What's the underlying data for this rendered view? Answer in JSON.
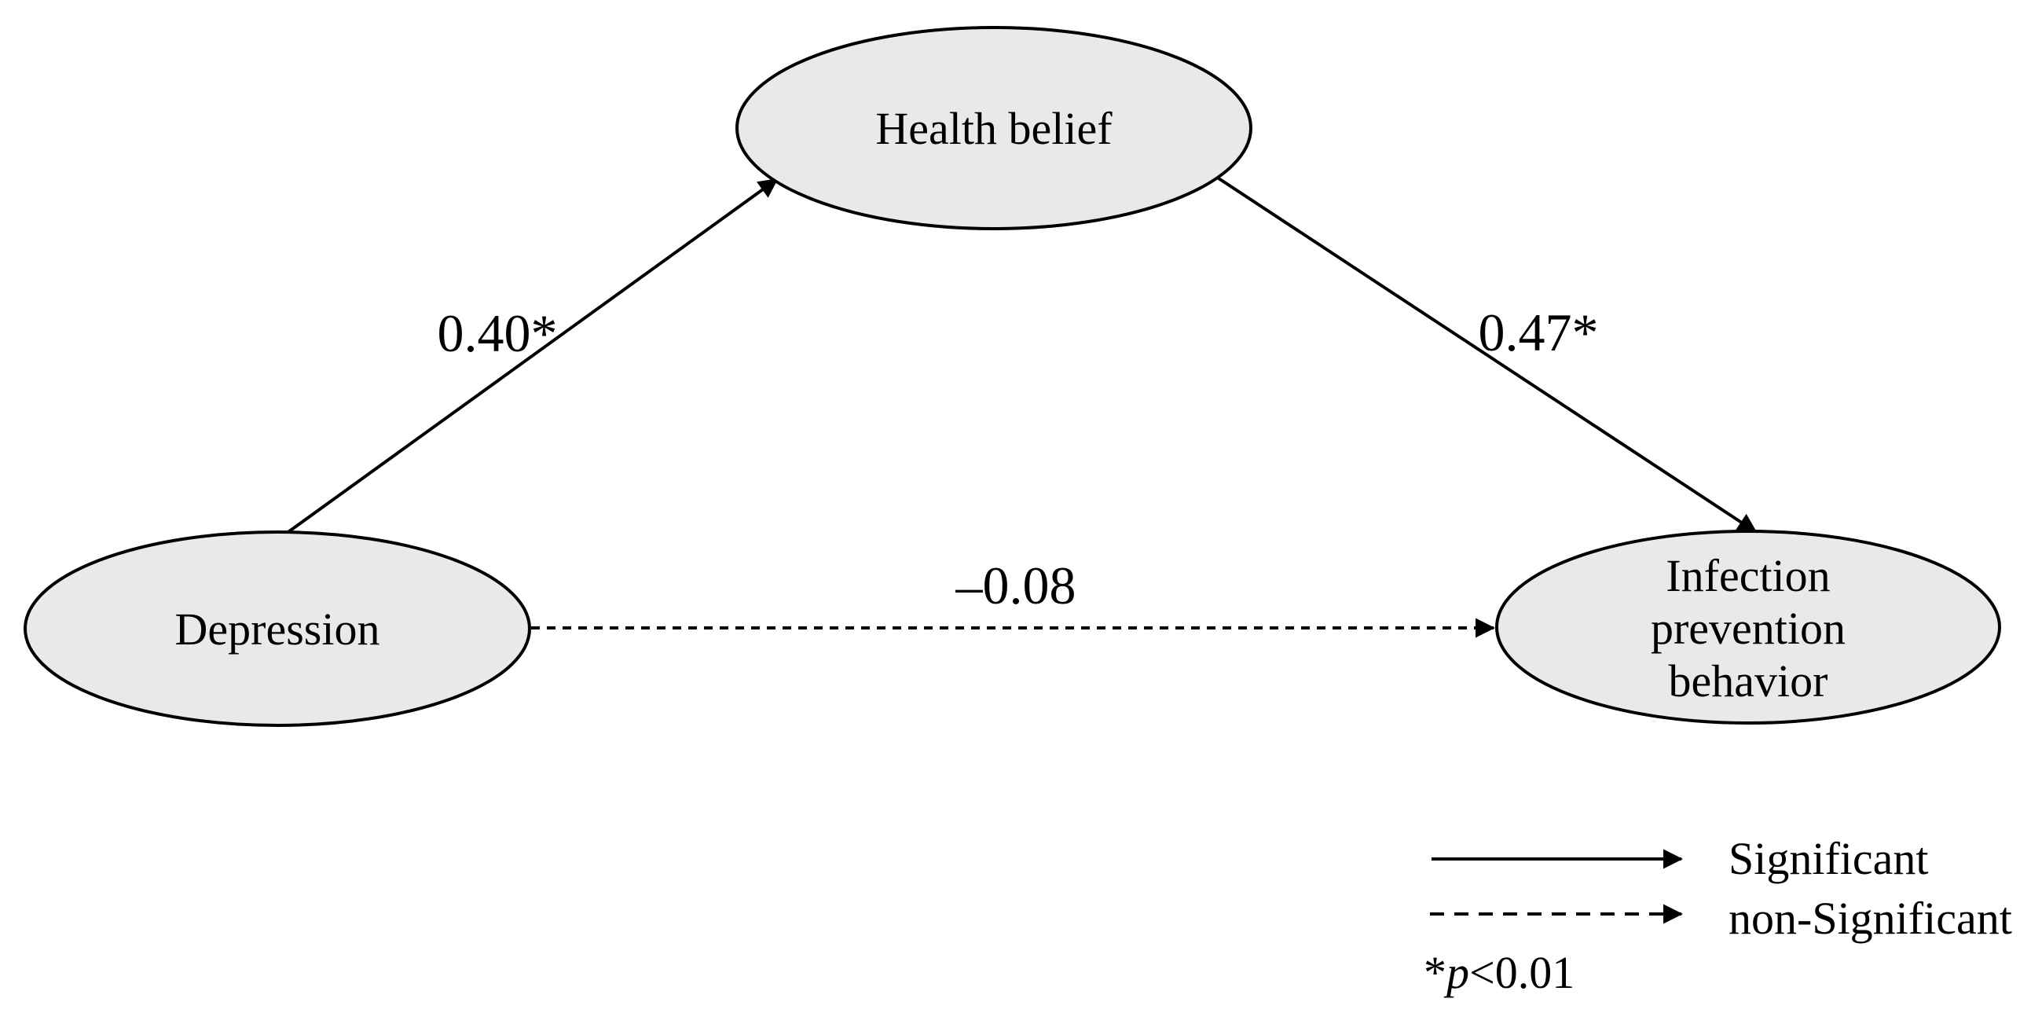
{
  "figure": {
    "type": "mediation-path-diagram"
  },
  "colors": {
    "node_fill": "#e9e9e9",
    "line": "#000000",
    "text": "#000000",
    "background": "#ffffff"
  },
  "nodes": {
    "health_belief": {
      "label": "Health belief"
    },
    "depression": {
      "label": "Depression"
    },
    "infection_prevention_behavior": {
      "lines": [
        "Infection",
        "prevention",
        "behavior"
      ]
    }
  },
  "paths": {
    "depression_to_health_belief": {
      "coefficient": "0.40*",
      "style": "solid",
      "meaning": "Significant"
    },
    "health_belief_to_infection_prevention_behavior": {
      "coefficient": "0.47*",
      "style": "solid",
      "meaning": "Significant"
    },
    "depression_to_infection_prevention_behavior": {
      "coefficient": "–0.08",
      "style": "dashed",
      "meaning": "non-Significant"
    }
  },
  "legend": {
    "significant_label": "Significant",
    "non_significant_label": "non-Significant",
    "note": {
      "star": "*",
      "p": "p",
      "rest": "<0.01"
    }
  }
}
